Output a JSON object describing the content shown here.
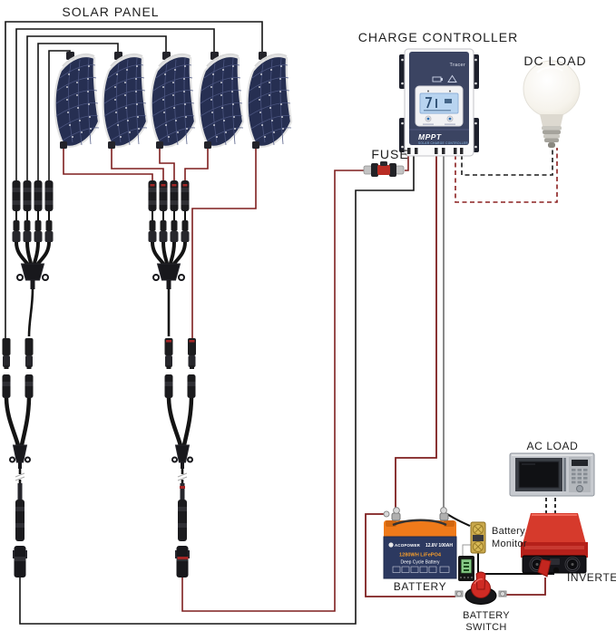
{
  "labels": {
    "solar_panel": "SOLAR PANEL",
    "charge_controller": "CHARGE CONTROLLER",
    "dc_load": "DC LOAD",
    "fuse": "FUSE",
    "battery": "BATTERY",
    "battery_monitor": [
      "Battery",
      "Monitor"
    ],
    "battery_switch": [
      "BATTERY",
      "SWITCH"
    ],
    "inverter": "INVERTER",
    "ac_load": "AC LOAD"
  },
  "controller": {
    "brand": "Tracer",
    "tech": "MPPT",
    "subtitle": "SOLAR CHARGE CONTROLLER"
  },
  "battery": {
    "brand": "ACOPOWER",
    "rating": "12.8V 100AH",
    "capacity": "1280WH LiFePO4",
    "type": "Deep Cycle Battery"
  },
  "colors": {
    "wire_negative": "#141414",
    "wire_positive": "#7e1f1f",
    "panel_cell": "#262f52",
    "battery_top": "#ef7a1a",
    "battery_body": "#2c3960",
    "inverter_red": "#d63a2c",
    "switch_knob": "#cf2b24"
  }
}
